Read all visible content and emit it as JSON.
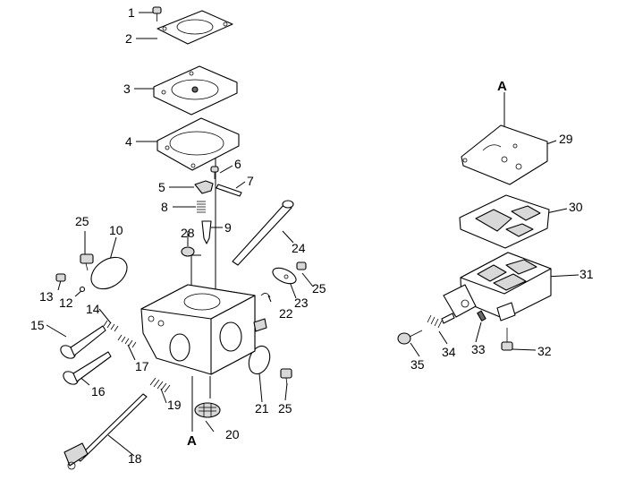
{
  "diagram": {
    "callouts": [
      {
        "id": "1",
        "label": "1"
      },
      {
        "id": "2",
        "label": "2"
      },
      {
        "id": "3",
        "label": "3"
      },
      {
        "id": "4",
        "label": "4"
      },
      {
        "id": "5",
        "label": "5"
      },
      {
        "id": "6",
        "label": "6"
      },
      {
        "id": "7",
        "label": "7"
      },
      {
        "id": "8",
        "label": "8"
      },
      {
        "id": "9",
        "label": "9"
      },
      {
        "id": "10",
        "label": "10"
      },
      {
        "id": "12",
        "label": "12"
      },
      {
        "id": "13",
        "label": "13"
      },
      {
        "id": "14",
        "label": "14"
      },
      {
        "id": "15",
        "label": "15"
      },
      {
        "id": "16",
        "label": "16"
      },
      {
        "id": "17",
        "label": "17"
      },
      {
        "id": "18",
        "label": "18"
      },
      {
        "id": "19",
        "label": "19"
      },
      {
        "id": "20",
        "label": "20"
      },
      {
        "id": "21",
        "label": "21"
      },
      {
        "id": "22",
        "label": "22"
      },
      {
        "id": "23",
        "label": "23"
      },
      {
        "id": "24",
        "label": "24"
      },
      {
        "id": "25a",
        "label": "25"
      },
      {
        "id": "25b",
        "label": "25"
      },
      {
        "id": "25c",
        "label": "25"
      },
      {
        "id": "28",
        "label": "28"
      },
      {
        "id": "29",
        "label": "29"
      },
      {
        "id": "30",
        "label": "30"
      },
      {
        "id": "31",
        "label": "31"
      },
      {
        "id": "32",
        "label": "32"
      },
      {
        "id": "33",
        "label": "33"
      },
      {
        "id": "34",
        "label": "34"
      },
      {
        "id": "35",
        "label": "35"
      }
    ],
    "section_marks": {
      "left": "A",
      "right": "A"
    }
  }
}
